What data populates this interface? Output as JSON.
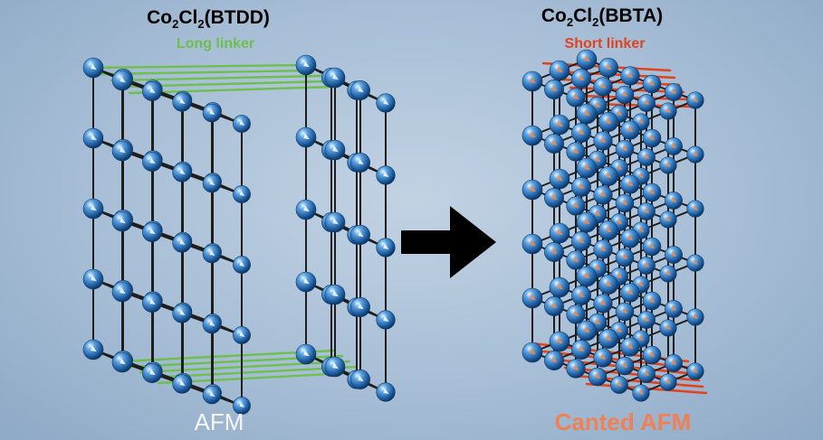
{
  "left": {
    "formula": {
      "a": "Co",
      "s1": "2",
      "b": "Cl",
      "s2": "2",
      "c": "(BTDD)"
    },
    "linker_label": "Long linker",
    "state_label": "AFM"
  },
  "right": {
    "formula": {
      "a": "Co",
      "s1": "2",
      "b": "Cl",
      "s2": "2",
      "c": "(BBTA)"
    },
    "linker_label": "Short linker",
    "state_label": "Canted AFM"
  },
  "arrow_icon": "right-arrow-icon",
  "colors": {
    "background": "#a7bed6",
    "sphere": "#2f7bc4",
    "long_linker": "#6fbf4e",
    "short_linker": "#e0431e",
    "arrow": "#000000"
  }
}
